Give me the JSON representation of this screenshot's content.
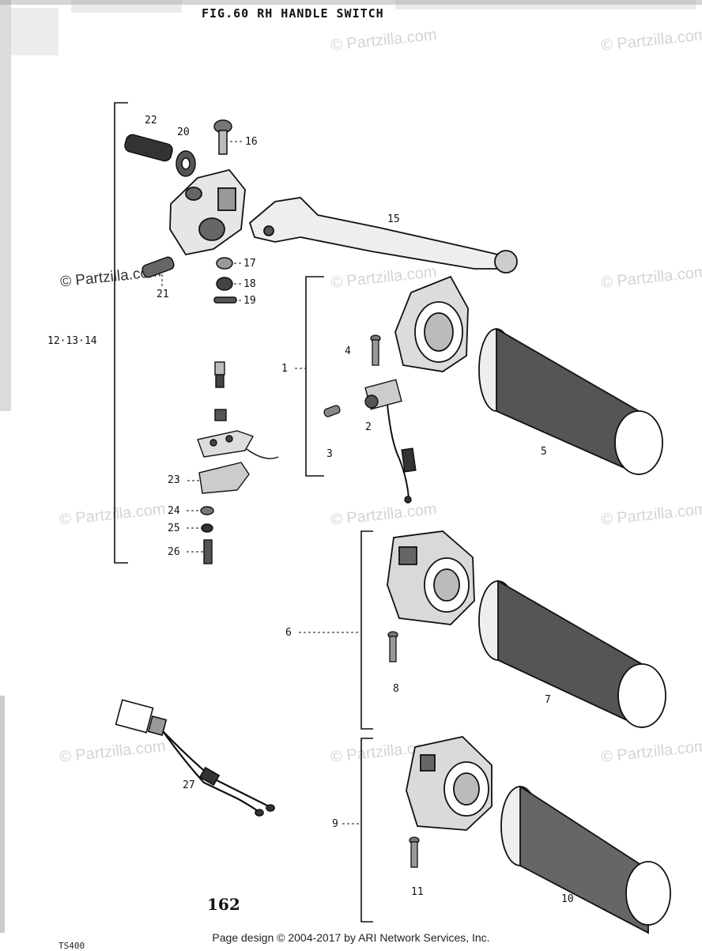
{
  "figure": {
    "title": "FIG.60 RH HANDLE SWITCH"
  },
  "watermark": {
    "text": "© Partzilla.com"
  },
  "callouts": {
    "c1": "1",
    "c2": "2",
    "c3": "3",
    "c4": "4",
    "c5": "5",
    "c6": "6",
    "c7": "7",
    "c8": "8",
    "c9": "9",
    "c10": "10",
    "c11": "11",
    "c12_14": "12·13·14",
    "c15": "15",
    "c16": "16",
    "c17": "17",
    "c18": "18",
    "c19": "19",
    "c20": "20",
    "c21": "21",
    "c22": "22",
    "c23": "23",
    "c24": "24",
    "c25": "25",
    "c26": "26",
    "c27": "27"
  },
  "page_number": "162",
  "footer": {
    "copyright": "Page design © 2004-2017 by ARI Network Services, Inc."
  },
  "corner_code": "TS400"
}
